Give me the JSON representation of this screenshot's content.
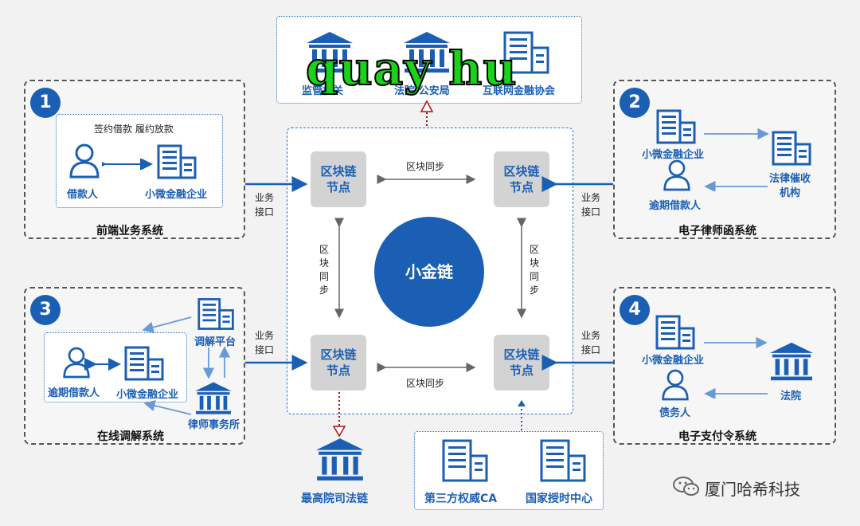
{
  "top": {
    "items": [
      "监管机关",
      "法院/公安局",
      "互联网金融协会"
    ],
    "overlay": "quay hu"
  },
  "center": {
    "label": "小金链",
    "node": "区块链\n节点",
    "sync_h": "区块同步",
    "sync_v": [
      "区",
      "块",
      "同",
      "步"
    ]
  },
  "interface": [
    "业务",
    "接口"
  ],
  "panel1": {
    "num": "1",
    "title": "前端业务系统",
    "caption": "签约借款  履约放款",
    "a": "借款人",
    "b": "小微金融企业"
  },
  "panel2": {
    "num": "2",
    "title": "电子律师函系统",
    "a": "小微金融企业",
    "b": "逾期借款人",
    "c": [
      "法律催收",
      "机构"
    ]
  },
  "panel3": {
    "num": "3",
    "title": "在线调解系统",
    "a": "逾期借款人",
    "b": "小微金融企业",
    "c": "调解平台",
    "d": "律师事务所"
  },
  "panel4": {
    "num": "4",
    "title": "电子支付令系统",
    "a": "小微金融企业",
    "b": "债务人",
    "c": "法院"
  },
  "bottom": {
    "court": "最高院司法链",
    "ca": "第三方权威CA",
    "time": "国家授时中心"
  },
  "brand": "厦门哈希科技"
}
